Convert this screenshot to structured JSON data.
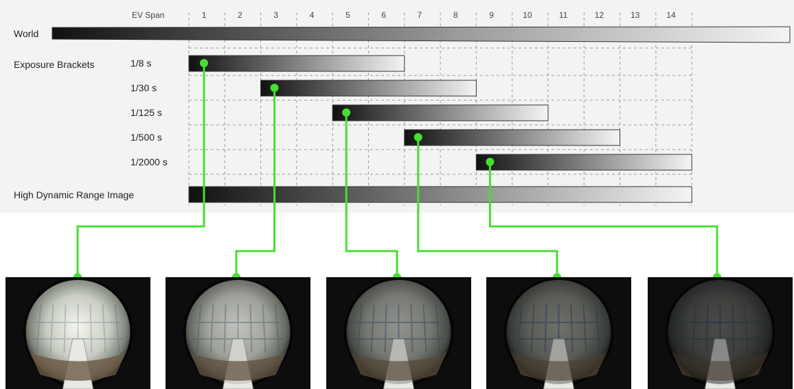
{
  "diagram": {
    "ev_label": "EV Span",
    "ev_ticks": [
      "1",
      "2",
      "3",
      "4",
      "5",
      "6",
      "7",
      "8",
      "9",
      "10",
      "11",
      "12",
      "13",
      "14"
    ],
    "world_label": "World",
    "brackets_label": "Exposure Brackets",
    "hdr_label": "High Dynamic Range Image",
    "brackets": [
      {
        "shutter": "1/8 s",
        "ev_start": 0,
        "ev_end": 6
      },
      {
        "shutter": "1/30 s",
        "ev_start": 2,
        "ev_end": 8
      },
      {
        "shutter": "1/125 s",
        "ev_start": 4,
        "ev_end": 10
      },
      {
        "shutter": "1/500 s",
        "ev_start": 6,
        "ev_end": 12
      },
      {
        "shutter": "1/2000 s",
        "ev_start": 8,
        "ev_end": 14
      }
    ],
    "hdr_range": {
      "ev_start": 0,
      "ev_end": 14
    },
    "photo_brightness": [
      1.0,
      0.82,
      0.62,
      0.45,
      0.25
    ]
  },
  "colors": {
    "connector": "#44e030",
    "grid": "#9a9a9a",
    "bar_dark": "#111111",
    "bar_light": "#f2f2f2",
    "panel_bg": "#f3f3f3"
  }
}
